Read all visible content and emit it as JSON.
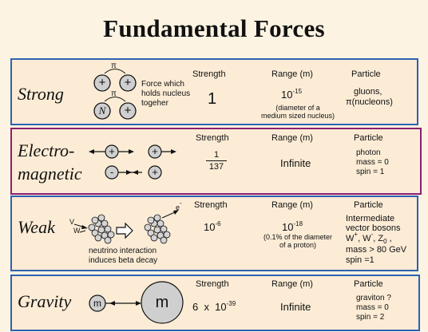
{
  "title": "Fundamental Forces",
  "headers": {
    "strength": "Strength",
    "range": "Range (m)",
    "particle": "Particle"
  },
  "strong": {
    "name": "Strong",
    "strength": "1",
    "range_base": "10",
    "range_exp": "-15",
    "range_note1": "(diameter of a",
    "range_note2": "medium sized nucleus)",
    "particle1": "gluons,",
    "particle2": "π(nucleons)",
    "note1": "Force which",
    "note2": "holds nucleus",
    "note3": "togeher",
    "pi_label": "π",
    "plus": "+",
    "n_label": "N"
  },
  "em": {
    "name1": "Electro-",
    "name2": "magnetic",
    "strength_num": "1",
    "strength_den": "137",
    "range": "Infinite",
    "particle1": "photon",
    "particle2": "mass = 0",
    "particle3": "spin = 1",
    "plus": "+",
    "minus": "-"
  },
  "weak": {
    "name": "Weak",
    "strength_base": "10",
    "strength_exp": "-6",
    "range_base": "10",
    "range_exp": "-18",
    "range_note1": "(0.1% of the diameter",
    "range_note2": "of a proton)",
    "particle1": "Intermediate",
    "particle2": "vector bosons",
    "particle3_w": "W",
    "particle3_wplus": "+",
    "particle3_sep": ", W",
    "particle3_wminus": "-",
    "particle3_z": ", Z",
    "particle3_zsub": "0",
    "particle3_end": " ,",
    "particle4": "mass > 80 GeV",
    "particle5": "spin =1",
    "note1": "neutrino interaction",
    "note2": "induces beta decay",
    "v_label": "V",
    "w_label": "W",
    "e_label": "e",
    "e_sup": "-"
  },
  "gravity": {
    "name": "Gravity",
    "strength_pre": "6  x  10",
    "strength_exp": "-39",
    "range": "Infinite",
    "particle1": "graviton ?",
    "particle2": "mass = 0",
    "particle3": "spin = 2",
    "small_mass": "m",
    "large_mass": "m"
  },
  "colors": {
    "strong_border": "#2c62b0",
    "em_border": "#8a1f6f",
    "row_bg": "#fcecd6",
    "particle_fill": "#cfcfcf"
  }
}
